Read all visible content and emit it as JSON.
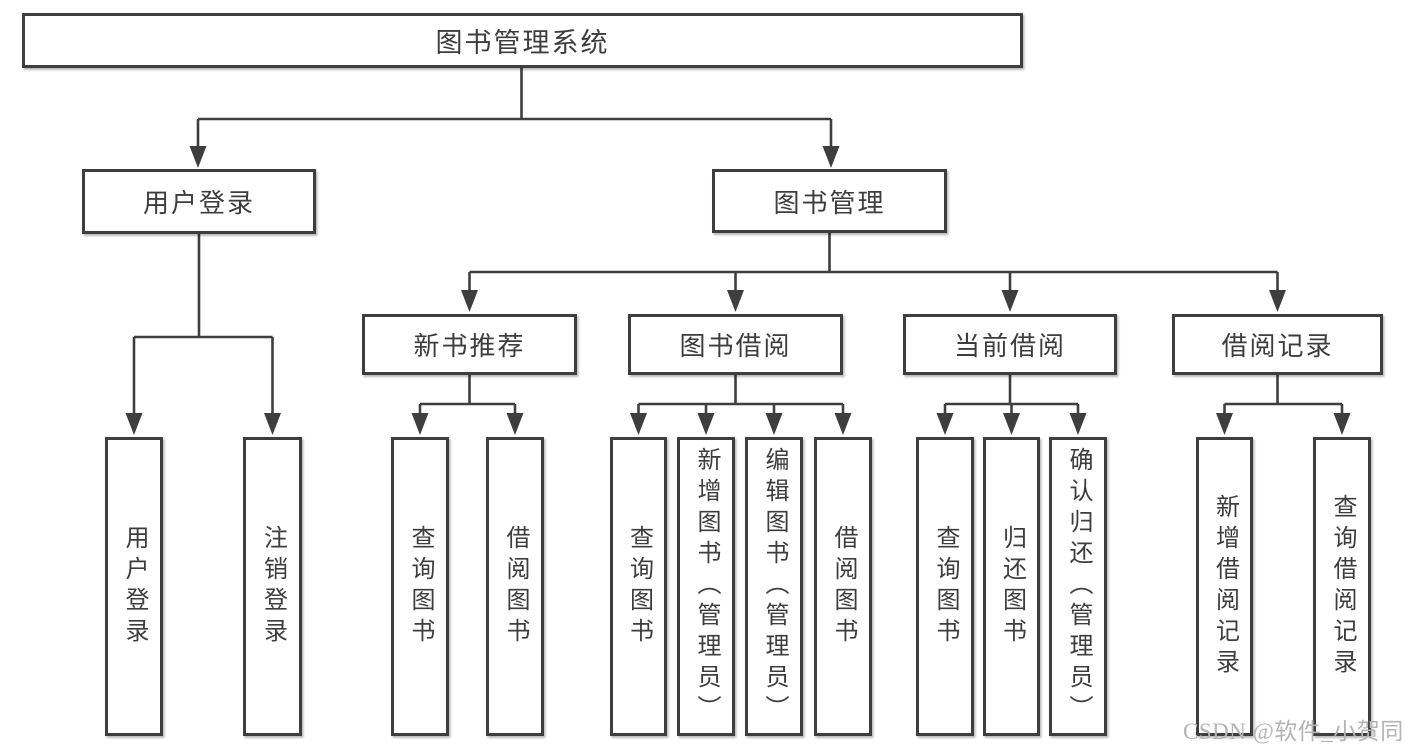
{
  "diagram": {
    "root": {
      "label": "图书管理系统"
    },
    "branches": [
      {
        "label": "用户登录",
        "children": [
          "用户登录",
          "注销登录"
        ]
      },
      {
        "label": "图书管理",
        "sections": [
          {
            "label": "新书推荐",
            "children": [
              "查询图书",
              "借阅图书"
            ]
          },
          {
            "label": "图书借阅",
            "children": [
              "查询图书",
              "新增图书（管理员）",
              "编辑图书（管理员）",
              "借阅图书"
            ]
          },
          {
            "label": "当前借阅",
            "children": [
              "查询图书",
              "归还图书",
              "确认归还（管理员）"
            ]
          },
          {
            "label": "借阅记录",
            "children": [
              "新增借阅记录",
              "查询借阅记录"
            ]
          }
        ]
      }
    ],
    "watermark": "CSDN @软件_小贺同学",
    "colors": {
      "line": "#3e3e3e",
      "text": "#3d3d3d",
      "watermark": "#b4b4b4",
      "background": "#ffffff"
    }
  }
}
